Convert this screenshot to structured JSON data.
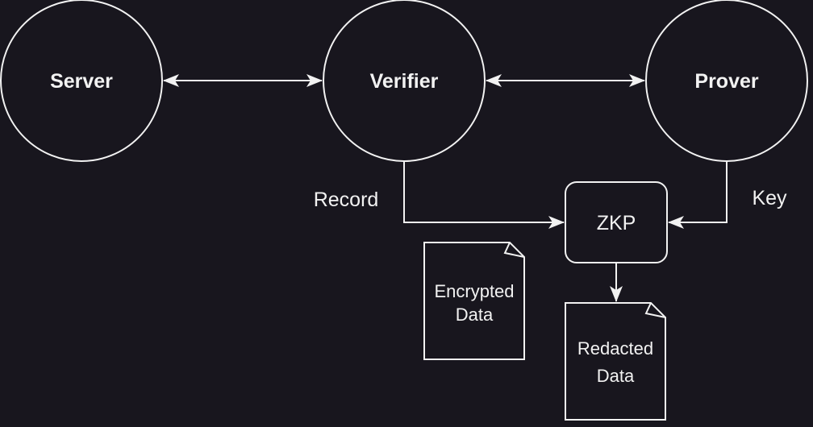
{
  "diagram": {
    "nodes": {
      "server": {
        "label": "Server"
      },
      "verifier": {
        "label": "Verifier"
      },
      "prover": {
        "label": "Prover"
      },
      "zkp": {
        "label": "ZKP"
      },
      "encrypted_data": {
        "line1": "Encrypted",
        "line2": "Data"
      },
      "redacted_data": {
        "line1": "Redacted",
        "line2": "Data"
      }
    },
    "edges": {
      "server_verifier": {
        "direction": "bidirectional"
      },
      "verifier_prover": {
        "direction": "bidirectional"
      },
      "verifier_zkp": {
        "label": "Record"
      },
      "prover_zkp": {
        "label": "Key"
      },
      "zkp_redacted": {
        "direction": "forward"
      }
    },
    "colors": {
      "background": "#18161e",
      "stroke": "#f2f2f2"
    }
  }
}
